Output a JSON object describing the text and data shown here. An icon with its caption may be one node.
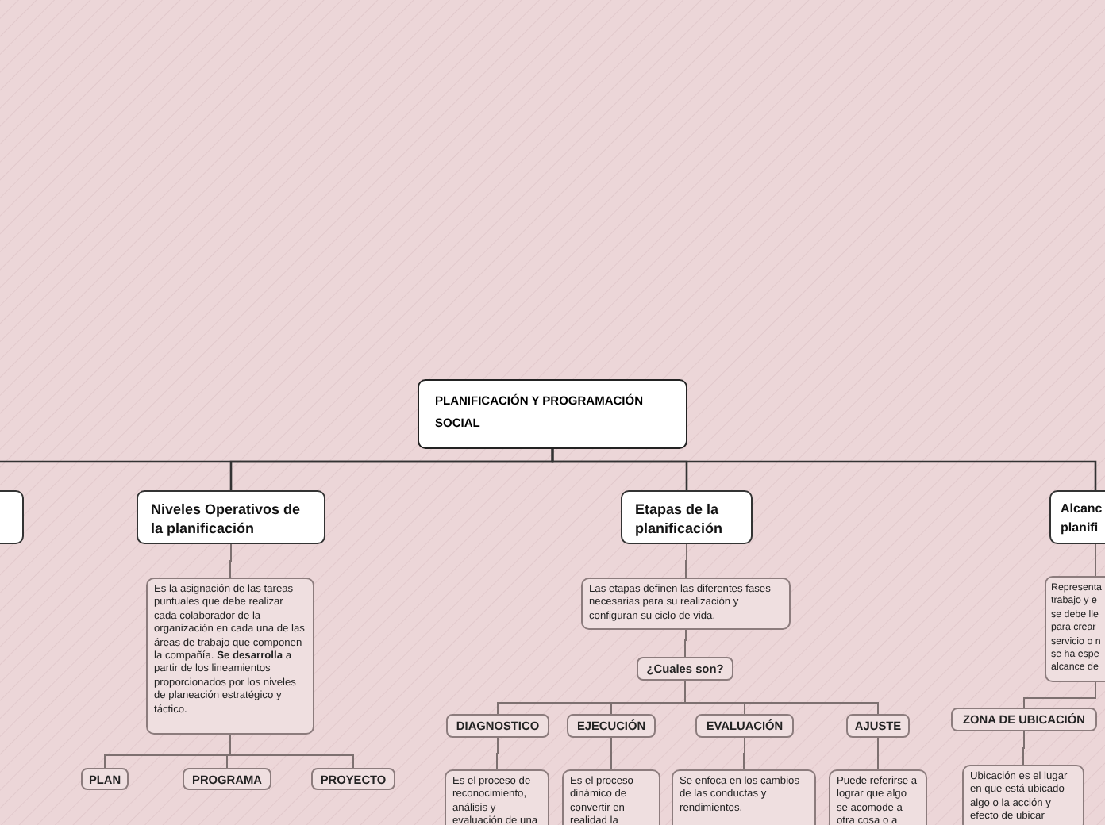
{
  "diagram": {
    "nodes": [
      {
        "text": [
          "PLANIFICACIÓN Y PROGRAMACIÓN SOCIAL"
        ]
      },
      {
        "text": [],
        "shape": "box"
      },
      {
        "text": [
          "Niveles Operativos de la planificación"
        ]
      },
      {
        "text": [
          "Etapas de la planificación"
        ]
      },
      {
        "text": [
          "Alcanc planifi"
        ]
      },
      {
        "text": [
          "Es la asignación de las tareas puntuales que debe realizar cada colaborador de la organización en cada una de las áreas de trabajo que componen la compañía. **Se desarrolla** a partir de los lineamientos proporcionados por los niveles de planeación estratégico y táctico."
        ]
      },
      {
        "text": [
          "PLAN"
        ]
      },
      {
        "text": [
          "PROGRAMA"
        ]
      },
      {
        "text": [
          "PROYECTO"
        ]
      },
      {
        "text": [
          "Las etapas  definen las diferentes fases necesarias para su realización y configuran su ciclo de vida."
        ]
      },
      {
        "text": [
          "¿Cuales son?"
        ]
      },
      {
        "text": [
          "DIAGNOSTICO"
        ]
      },
      {
        "text": [
          "EJECUCIÓN"
        ]
      },
      {
        "text": [
          "EVALUACIÓN"
        ]
      },
      {
        "text": [
          "AJUSTE"
        ]
      },
      {
        "text": [
          "Es el proceso de reconocimiento, análisis y evaluación de una"
        ]
      },
      {
        "text": [
          "Es el proceso dinámico de convertir en realidad la"
        ]
      },
      {
        "text": [
          "Se enfoca en los cambios de las conductas y rendimientos,"
        ]
      },
      {
        "text": [
          "Puede referirse a lograr que algo se acomode a otra cosa o a"
        ]
      },
      {
        "text": [
          "Representa trabajo y e se debe lle para crear servicio o n se ha espe alcance de"
        ]
      },
      {
        "text": [
          "ZONA DE UBICACIÓN"
        ]
      },
      {
        "text": [
          "Ubicación es el lugar en que está ubicado algo o la acción y efecto de ubicar"
        ]
      }
    ],
    "edges": [
      {
        "from": 0,
        "to": 1,
        "arrow": "none",
        "color": "#333333"
      },
      {
        "from": 0,
        "to": 2,
        "arrow": "none",
        "color": "#333333"
      },
      {
        "from": 0,
        "to": 3,
        "arrow": "none",
        "color": "#333333"
      },
      {
        "from": 0,
        "to": 4,
        "arrow": "none",
        "color": "#333333"
      },
      {
        "from": 2,
        "to": 5,
        "arrow": "none"
      },
      {
        "from": 5,
        "to": 6,
        "arrow": "none"
      },
      {
        "from": 5,
        "to": 7,
        "arrow": "none"
      },
      {
        "from": 5,
        "to": 8,
        "arrow": "none"
      },
      {
        "from": 3,
        "to": 9,
        "arrow": "none"
      },
      {
        "from": 9,
        "to": 10,
        "arrow": "none"
      },
      {
        "from": 10,
        "to": 11,
        "arrow": "none"
      },
      {
        "from": 10,
        "to": 12,
        "arrow": "none"
      },
      {
        "from": 10,
        "to": 13,
        "arrow": "none"
      },
      {
        "from": 10,
        "to": 14,
        "arrow": "none"
      },
      {
        "from": 11,
        "to": 15,
        "arrow": "none"
      },
      {
        "from": 12,
        "to": 16,
        "arrow": "none"
      },
      {
        "from": 13,
        "to": 17,
        "arrow": "none"
      },
      {
        "from": 14,
        "to": 18,
        "arrow": "none"
      },
      {
        "from": 4,
        "to": 19,
        "arrow": "none"
      },
      {
        "from": 19,
        "to": 20,
        "arrow": "none"
      },
      {
        "from": 20,
        "to": 21,
        "arrow": "none"
      }
    ]
  }
}
